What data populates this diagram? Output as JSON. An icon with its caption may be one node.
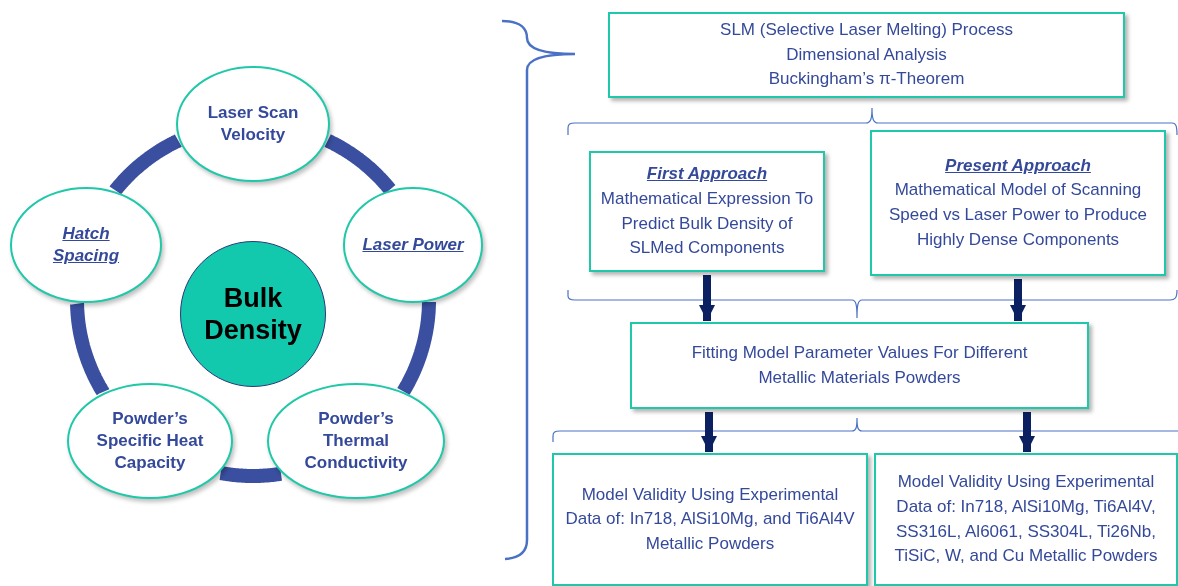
{
  "diagram": {
    "nodes": [
      {
        "text": [
          "Bulk Density"
        ]
      },
      {
        "text": [
          "Laser Scan Velocity"
        ]
      },
      {
        "text": [
          "Laser Power"
        ]
      },
      {
        "text": [
          "Powder’s Thermal Conductivity"
        ]
      },
      {
        "text": [
          "Powder’s Specific Heat Capacity"
        ]
      },
      {
        "text": [
          "Hatch Spacing"
        ]
      },
      {
        "text": [
          "SLM (Selective Laser Melting) Process Dimensional Analysis",
          "Buckingham’s π-Theorem"
        ]
      },
      {
        "text": [
          "First Approach",
          "Mathematical Expression To Predict Bulk Density of SLMed Components"
        ]
      },
      {
        "text": [
          "Present Approach",
          "Mathematical Model of Scanning Speed vs Laser Power to Produce Highly Dense Components"
        ]
      },
      {
        "text": [
          "Fitting Model Parameter Values For Different Metallic Materials Powders"
        ]
      },
      {
        "text": [
          "Model Validity Using Experimental Data of: In718, AlSi10Mg, and Ti6Al4V Metallic Powders"
        ]
      },
      {
        "text": [
          "Model Validity Using Experimental Data of: In718, AlSi10Mg, Ti6Al4V, SS316L, Al6061, SS304L, Ti26Nb, TiSiC, W, and Cu Metallic Powders"
        ]
      }
    ],
    "edges": [
      {
        "from": 1,
        "to": 2,
        "arrow": "none"
      },
      {
        "from": 2,
        "to": 3,
        "arrow": "none"
      },
      {
        "from": 3,
        "to": 4,
        "arrow": "none"
      },
      {
        "from": 4,
        "to": 5,
        "arrow": "none"
      },
      {
        "from": 5,
        "to": 1,
        "arrow": "none"
      },
      {
        "from": 7,
        "to": 9,
        "arrow": "to",
        "color": "#0b2060"
      },
      {
        "from": 8,
        "to": 9,
        "arrow": "to",
        "color": "#0b2060"
      },
      {
        "from": 9,
        "to": 10,
        "arrow": "to",
        "color": "#0b2060"
      },
      {
        "from": 9,
        "to": 11,
        "arrow": "to",
        "color": "#0b2060"
      }
    ]
  }
}
